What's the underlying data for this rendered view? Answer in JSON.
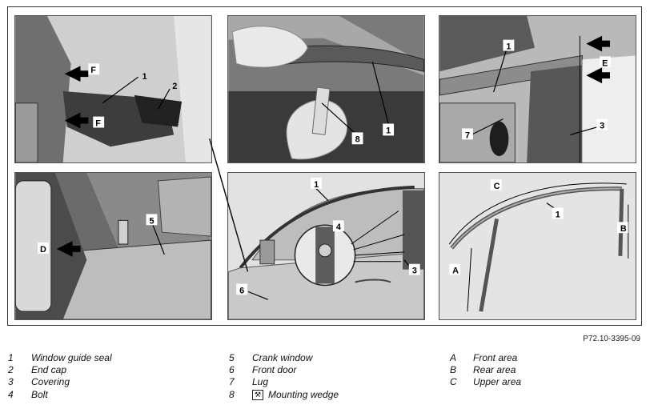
{
  "figure_ref": "P72.10-3395-09",
  "callouts": {
    "p1": [
      "1",
      "2",
      "F",
      "F"
    ],
    "p2": [
      "1",
      "8"
    ],
    "p3": [
      "1",
      "E",
      "3",
      "7"
    ],
    "p4": [
      "5",
      "D"
    ],
    "p5": [
      "1",
      "4",
      "3",
      "6"
    ],
    "p6": [
      "C",
      "1",
      "B",
      "A"
    ]
  },
  "legend": {
    "col1": [
      {
        "key": "1",
        "text": "Window guide seal"
      },
      {
        "key": "2",
        "text": "End cap"
      },
      {
        "key": "3",
        "text": "Covering"
      },
      {
        "key": "4",
        "text": "Bolt"
      }
    ],
    "col2": [
      {
        "key": "5",
        "text": "Crank window"
      },
      {
        "key": "6",
        "text": "Front door"
      },
      {
        "key": "7",
        "text": "Lug"
      },
      {
        "key": "8",
        "text": "Mounting wedge"
      }
    ],
    "col3": [
      {
        "key": "A",
        "text": "Front area"
      },
      {
        "key": "B",
        "text": "Rear area"
      },
      {
        "key": "C",
        "text": "Upper area"
      }
    ]
  },
  "icons": {
    "mounting_wedge": "wrench-tool-icon"
  }
}
